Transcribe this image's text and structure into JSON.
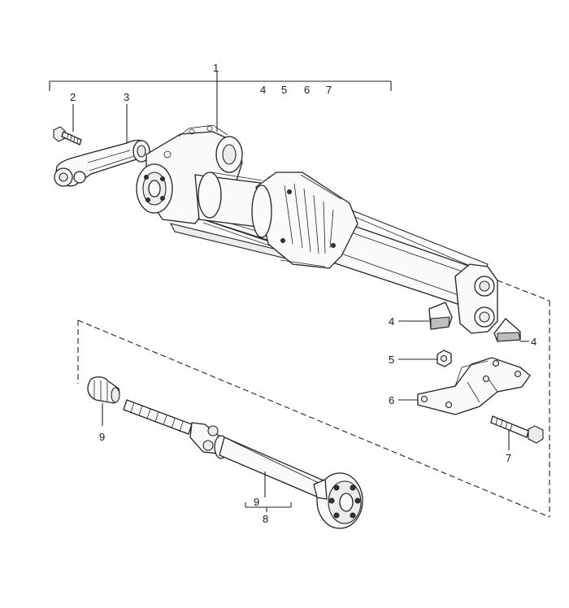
{
  "callouts": {
    "top_group_number": "1",
    "top_group_sub": [
      "4",
      "5",
      "6",
      "7"
    ],
    "c2": "2",
    "c3": "3",
    "c4_left": "4",
    "c4_right": "4",
    "c5": "5",
    "c6": "6",
    "c7": "7",
    "c9_left": "9",
    "c9_shaft": "9",
    "c8": "8"
  }
}
